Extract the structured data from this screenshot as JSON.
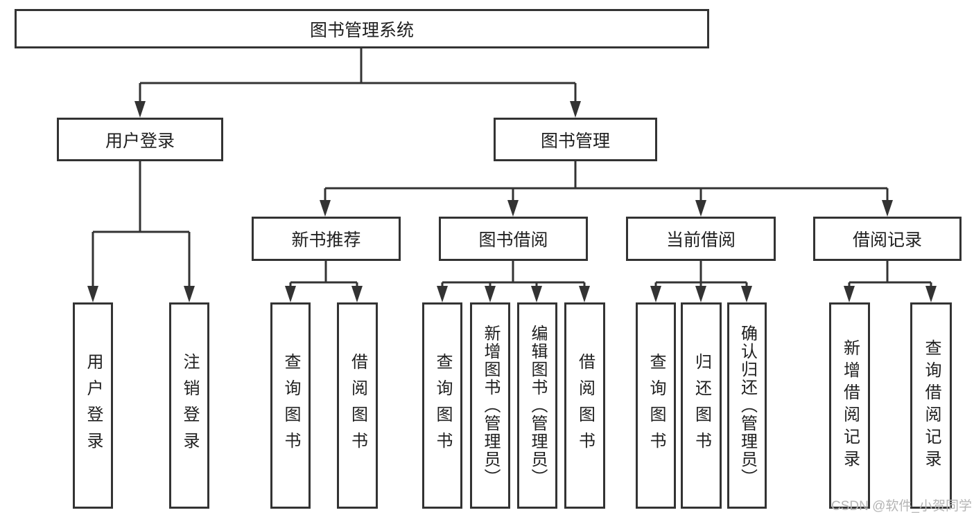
{
  "diagram": {
    "root": "图书管理系统",
    "level2": {
      "user_login": "用户登录",
      "book_mgmt": "图书管理"
    },
    "level3": {
      "new_books": "新书推荐",
      "book_borrow": "图书借阅",
      "current_borrow": "当前借阅",
      "borrow_records": "借阅记录"
    },
    "leaves": {
      "user_login": [
        "用户登录",
        "注销登录"
      ],
      "new_books": [
        "查询图书",
        "借阅图书"
      ],
      "book_borrow": [
        "查询图书",
        "新增图书（管理员）",
        "编辑图书（管理员）",
        "借阅图书"
      ],
      "current_borrow": [
        "查询图书",
        "归还图书",
        "确认归还（管理员）"
      ],
      "borrow_records": [
        "新增借阅记录",
        "查询借阅记录"
      ]
    }
  },
  "watermark": {
    "text": "CSDN @软件_小贺同学",
    "color": "#b5b5b5"
  },
  "colors": {
    "line": "#333333",
    "text": "#1f1f1f",
    "background": "#ffffff"
  }
}
